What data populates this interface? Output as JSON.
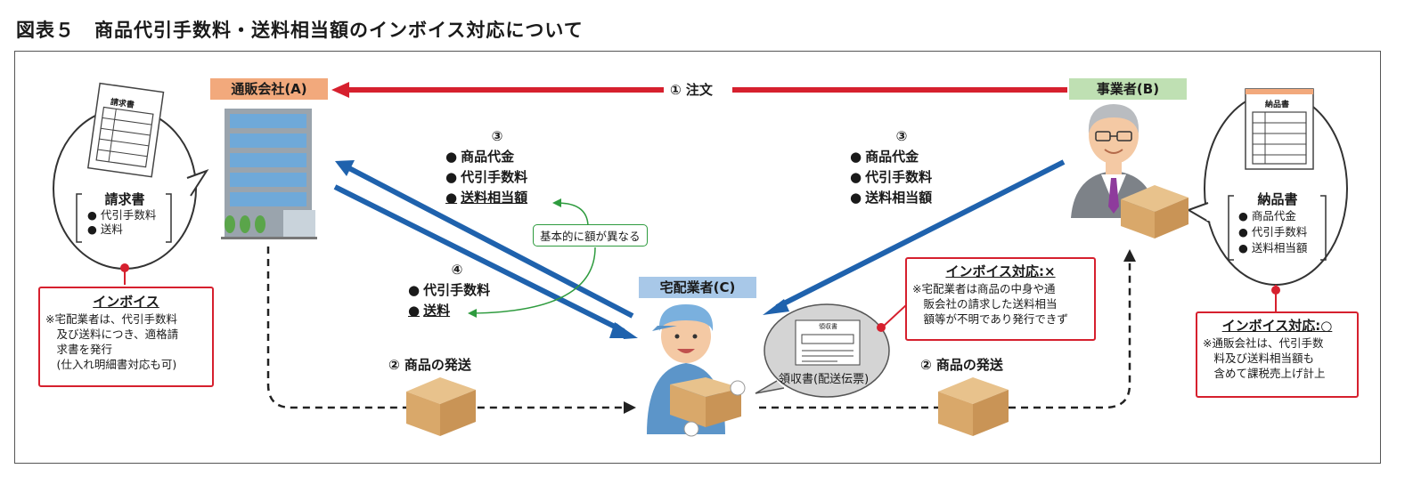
{
  "title": "図表５　商品代引手数料・送料相当額のインボイス対応について",
  "actors": {
    "a": "通販会社(A)",
    "b": "事業者(B)",
    "c": "宅配業者(C)"
  },
  "order_label": "① 注文",
  "ship_label": "② 商品の発送",
  "payment_b": {
    "num": "③",
    "items": [
      "商品代金",
      "代引手数料",
      "送料相当額"
    ]
  },
  "payment_a": {
    "num": "③",
    "items": [
      "商品代金",
      "代引手数料",
      "送料相当額"
    ]
  },
  "remit": {
    "num": "④",
    "items": [
      "代引手数料",
      "送料"
    ]
  },
  "note_diff": "基本的に額が異なる",
  "doc_invoice": "請求書",
  "doc_delivery": "納品書",
  "doc_receipt_title": "領収書",
  "receipt_caption": "領収書(配送伝票)",
  "bubble_a": {
    "title": "請求書",
    "items": [
      "代引手数料",
      "送料"
    ]
  },
  "bubble_b": {
    "title": "納品書",
    "items": [
      "商品代金",
      "代引手数料",
      "送料相当額"
    ]
  },
  "box_a": {
    "title": "インボイス",
    "body": "※宅配業者は、代引手数料\n　及び送料につき、適格請\n　求書を発行\n　(仕入れ明細書対応も可)"
  },
  "box_c": {
    "title": "インボイス対応:×",
    "body": "※宅配業者は商品の中身や通\n　販会社の請求した送料相当\n　額等が不明であり発行できず"
  },
  "box_b": {
    "title": "インボイス対応:○",
    "body": "※通販会社は、代引手数\n　料及び送料相当額も\n　含めて課税売上げ計上"
  },
  "colors": {
    "red": "#d6202e",
    "blue": "#1f62ad",
    "orange": "#f2a97c",
    "green": "#bfe0b3",
    "sky": "#a8c8e8"
  }
}
